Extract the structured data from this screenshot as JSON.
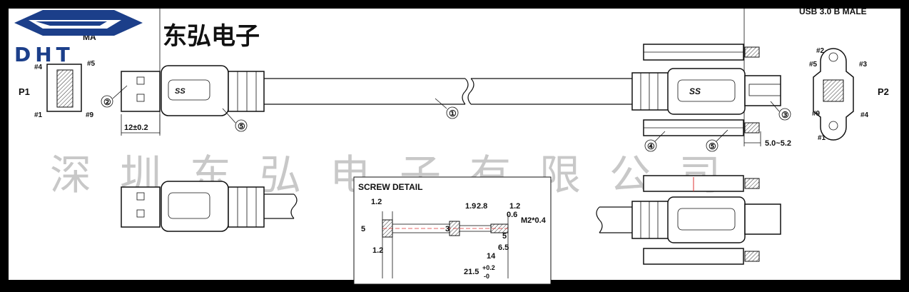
{
  "logo": {
    "text": "DHT",
    "color": "#1c3f8a"
  },
  "header": {
    "company_cn": "东弘电子",
    "top_right_label": "USB 3.0 B MALE",
    "cut_label_left": "MA"
  },
  "watermark": {
    "text": "深圳东弘电子有限公司"
  },
  "p1": {
    "label": "P1",
    "pins": [
      "#4",
      "#5",
      "#1",
      "#9"
    ],
    "dimension": "12±0.2",
    "logo_text": "SS"
  },
  "p2": {
    "label": "P2",
    "pins": [
      "#2",
      "#5",
      "#3",
      "#9",
      "#4",
      "#1"
    ],
    "dimension": "5.0~5.2",
    "logo_text": "SS"
  },
  "callouts": [
    "①",
    "②",
    "③",
    "④",
    "⑤",
    "⑤"
  ],
  "screw_detail": {
    "title": "SCREW DETAIL",
    "dims": {
      "d1_2_top": "1.2",
      "d5": "5",
      "d1_2_bottom": "1.2",
      "d3": "3",
      "d1_9": "1.9",
      "d2_8": "2.8",
      "d1_2_right": "1.2",
      "d0_6": "0.6",
      "thread": "M2*0.4",
      "d5_small": "5",
      "d6_5": "6.5",
      "d14": "14",
      "d21_5": "21.5",
      "tol_plus": "+0.2",
      "tol_minus": "-0"
    }
  }
}
